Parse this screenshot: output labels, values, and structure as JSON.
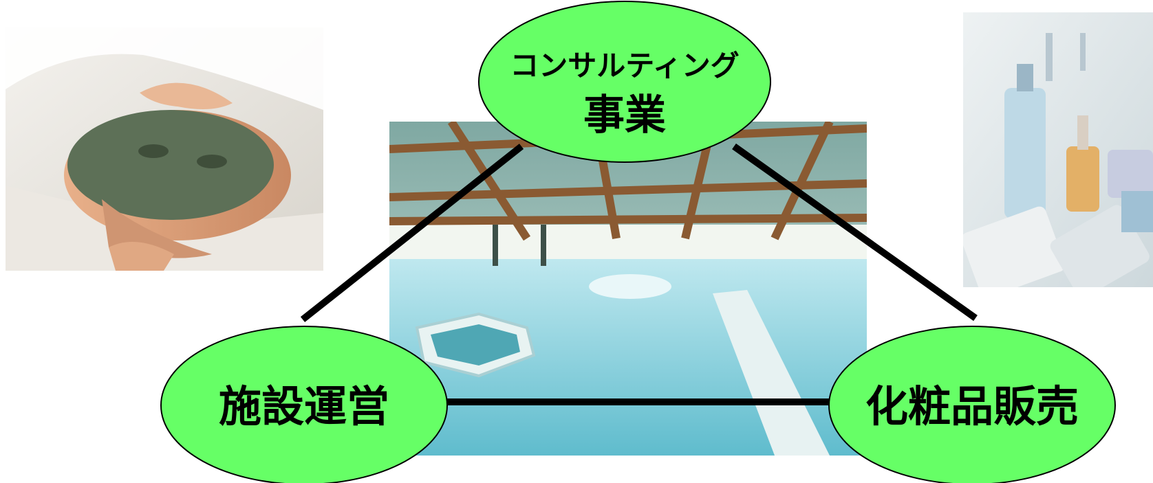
{
  "photos": {
    "facial": "facial-treatment-photo",
    "pool": "spa-pool-hall-photo",
    "cosmetics": "cosmetics-products-photo"
  },
  "colors": {
    "node_fill": "#66ff66",
    "node_stroke": "#000000",
    "connector": "#000000"
  },
  "nodes": {
    "top": {
      "line1": "コンサルティング",
      "line2": "事業"
    },
    "left": {
      "label": "施設運営"
    },
    "right": {
      "label": "化粧品販売"
    }
  }
}
